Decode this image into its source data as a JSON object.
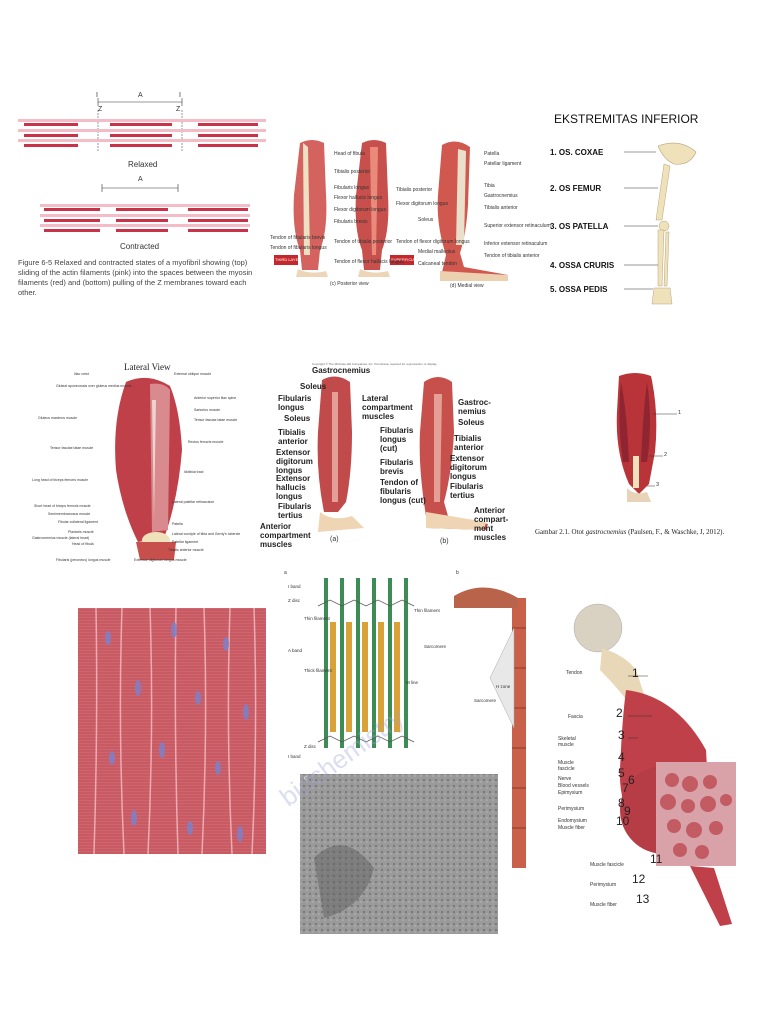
{
  "myofibril": {
    "top_labels": [
      "I",
      "A",
      "I"
    ],
    "z_labels": [
      "Z",
      "Z"
    ],
    "relaxed_label": "Relaxed",
    "mid_label": "A",
    "contracted_label": "Contracted",
    "caption": "Figure 6-5 Relaxed and contracted states of a myofibril showing (top) sliding of the actin filaments (pink) into the spaces between the myosin filaments (red) and (bottom) pulling of the Z membranes toward each other."
  },
  "leg_posterior": {
    "view_c": "(c) Posterior view",
    "view_d": "(d) Medial view",
    "badges": [
      "THIRD LAYER",
      "SUPERFICIAL LAYER"
    ],
    "labels": [
      "Head of fibula",
      "Tibialis posterior",
      "Fibularis longus",
      "Flexor hallucis longus",
      "Flexor digitorum longus",
      "Fibularis brevis",
      "Tendon of fibularis brevis",
      "Tendon of fibularis longus",
      "Tendon of tibialis posterior",
      "Tendon of flexor hallucis longus",
      "Tibialis posterior",
      "Flexor digitorum longus",
      "Tendon of flexor digitorum longus",
      "Patella",
      "Patellar ligament",
      "Tibia",
      "Gastrocnemius",
      "Soleus",
      "Tibialis anterior",
      "Superior extensor retinaculum",
      "Inferior extensor retinaculum",
      "Tendon of tibialis anterior",
      "Medial malleolus",
      "Calcaneal tendon"
    ]
  },
  "ekstremitas": {
    "title": "EKSTREMITAS INFERIOR",
    "items": [
      "1.  OS. COXAE",
      "2.  OS FEMUR",
      "3.  OS PATELLA",
      "4.  OSSA CRURIS",
      "5.  OSSA PEDIS"
    ]
  },
  "lateral_view": {
    "title": "Lateral View",
    "left_labels": [
      "Iliac crest",
      "Gluteal aponeurosis over gluteus medius muscle",
      "Gluteus maximus muscle",
      "Tensor fasciae latae muscle",
      "Long head of biceps femoris muscle",
      "Short head of biceps femoris muscle",
      "Semimembranosus muscle",
      "Fibular collateral ligament",
      "Plantaris muscle",
      "Gastrocnemius muscle (lateral head)",
      "Head of fibula",
      "Fibularis (peroneus) longus muscle"
    ],
    "right_labels": [
      "External oblique muscle",
      "Anterior superior iliac spine",
      "Sartorius muscle",
      "Tensor fasciae latae muscle",
      "Rectus femoris muscle",
      "Iliotibial tract",
      "Lateral patellar retinaculum",
      "Patella",
      "Lateral condyle of tibia and Gerdy's tubercle",
      "Patellar ligament",
      "Tibialis anterior muscle",
      "Extensor digitorum longus muscle"
    ]
  },
  "gastro_fig": {
    "copyright": "Copyright © The McGraw-Hill Companies, Inc. Permission required for reproduction or display.",
    "top_label": "Gastrocnemius",
    "a_labels": [
      "Soleus",
      "Fibularis longus",
      "Soleus",
      "Tibialis anterior",
      "Extensor digitorum longus",
      "Extensor hallucis longus",
      "Fibularis tertius",
      "Anterior compartment muscles"
    ],
    "b_labels": [
      "Lateral compartment muscles",
      "Fibularis longus (cut)",
      "Fibularis brevis",
      "Tendon of fibularis longus (cut)",
      "Gastroc-nemius",
      "Soleus",
      "Tibialis anterior",
      "Extensor digitorum longus",
      "Fibularis tertius",
      "Anterior compart-ment muscles"
    ],
    "a_tag": "(a)",
    "b_tag": "(b)"
  },
  "gambar": {
    "markers": [
      "1",
      "2",
      "3"
    ],
    "caption_prefix": "Gambar 2.1. Otot ",
    "caption_italic": "gastrocnemius",
    "caption_suffix": " (Paulsen, F., & Waschke, J, 2012)."
  },
  "sarcomere": {
    "corner_a": "a",
    "corner_b": "b",
    "corner_c": "c",
    "left_labels": [
      "Z disc",
      "Thin filament",
      "A band",
      "Thick filament",
      "I band",
      "Z disc",
      "I band"
    ],
    "right_labels": [
      "Thin filament",
      "Sarcomere",
      "M line",
      "H zone",
      "Sarcomere"
    ],
    "watermark": "biochemistry"
  },
  "muscle_struct": {
    "labels": [
      "Tendon",
      "Fascia",
      "Skeletal muscle",
      "Muscle fascicle",
      "Nerve",
      "Blood vessels",
      "Epimysium",
      "Perimysium",
      "Endomysium",
      "Muscle fiber",
      "Muscle fascicle",
      "Perimysium",
      "Muscle fiber"
    ],
    "numbers": [
      "1",
      "2",
      "3",
      "4",
      "5",
      "6",
      "7",
      "8",
      "9",
      "10",
      "11",
      "12",
      "13"
    ]
  },
  "colors": {
    "muscle": "#c0404a",
    "muscle_dark": "#8e2530",
    "bone": "#efe2bb",
    "tissue_bg": "#c85a64",
    "myosin": "#d9a238",
    "actin_green": "#3d8c55"
  }
}
